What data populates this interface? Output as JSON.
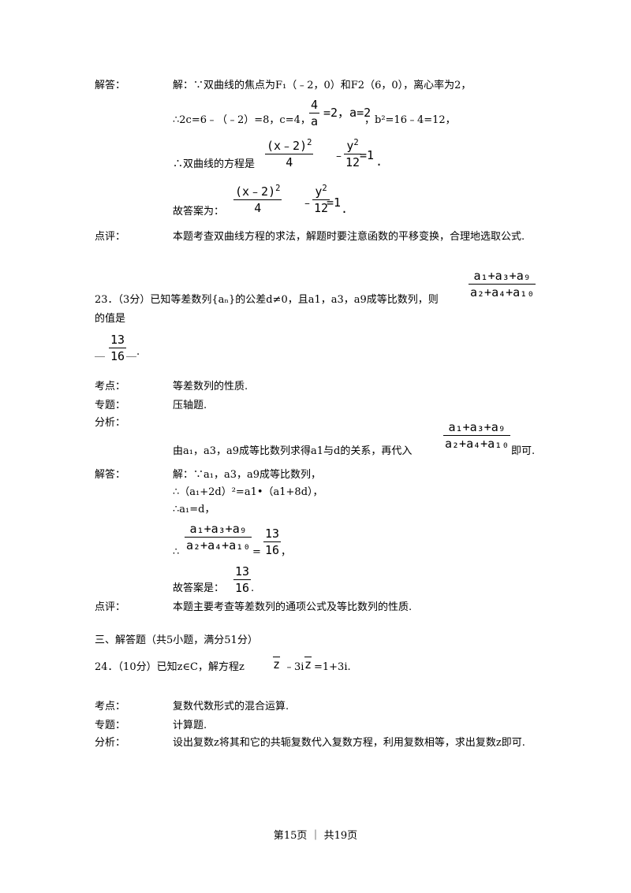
{
  "labels": {
    "answer": "解答：",
    "comment": "点评：",
    "kaodian": "考点：",
    "topic": "专题：",
    "analysis": "分析："
  },
  "q22": {
    "line1": "解：∵双曲线的焦点为F₁（﹣2，0）和F2（6，0），离心率为2，",
    "line2a": "∴2c=6﹣（﹣2）=8，c=4，",
    "frac_e_num": "4",
    "frac_e_den": "a",
    "line2b": "=2，a=2",
    "line2c": "，b²=16﹣4=12，",
    "line3a": "∴双曲线的方程是",
    "eq_num1": "(x﹣2)",
    "eq_exp": "2",
    "eq_den1": "4",
    "eq_minus": "﹣",
    "eq_num2": "y",
    "eq_den2": "12",
    "eq_rhs": "=1",
    "dot": ".",
    "answer_prefix": "故答案为：",
    "comment_text": "本题考查双曲线方程的求法，解题时要注意函数的平移变换，合理地选取公式."
  },
  "q23": {
    "stem": "23．（3分）已知等差数列{aₙ}的公差d≠0，且a1，a3，a9成等比数列，则",
    "stem2": "的值是",
    "fraction_num": "a₁+a₃+a₉",
    "fraction_den": "a₂+a₄+a₁₀",
    "blank_pre": "__",
    "ans_num": "13",
    "ans_den": "16",
    "blank_post": "__.",
    "kaodian": "等差数列的性质.",
    "topic": "压轴题.",
    "analysis_text": "由a₁，a3，a9成等比数列求得a1与d的关系，再代入",
    "analysis_end": "即可.",
    "sol1": "解：∵a₁，a3，a9成等比数列，",
    "sol2": "∴（a₁+2d）²=a1•（a1+8d），",
    "sol3": "∴a₁=d，",
    "sol4_prefix": "∴",
    "sol4_eq": "=",
    "comma": "，",
    "final_prefix": "故答案是：",
    "final_dot": ".",
    "comment_text": "本题主要考查等差数列的通项公式及等比数列的性质."
  },
  "section3": "三、解答题（共5小题，满分51分）",
  "q24": {
    "stem_a": "24．（10分）已知z∈C，解方程z",
    "zbar": "z",
    "stem_b": "﹣3i",
    "zbar2": "z",
    "stem_c": "=1+3i.",
    "kaodian": "复数代数形式的混合运算.",
    "topic": "计算题.",
    "analysis_text": "设出复数z将其和它的共轭复数代入复数方程，利用复数相等，求出复数z即可."
  },
  "footer": {
    "page_pre": "第",
    "page": "15",
    "page_mid": "页 ｜ 共",
    "total": "19",
    "page_post": "页"
  }
}
